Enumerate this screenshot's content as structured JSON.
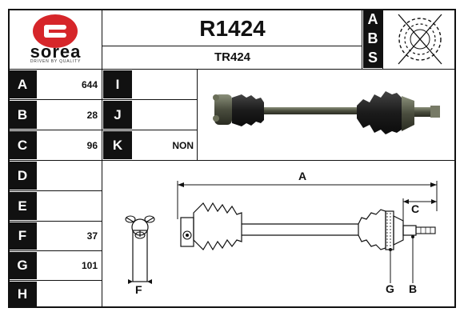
{
  "brand": {
    "name": "sorea",
    "tagline": "DRIVEN BY QUALITY",
    "brand_color": "#d6262a"
  },
  "header": {
    "ref": "R1424",
    "ref2": "TR424",
    "abs_letters": [
      "A",
      "B",
      "S"
    ]
  },
  "specs": {
    "rows": [
      {
        "label": "A",
        "value": "644"
      },
      {
        "label": "B",
        "value": "28"
      },
      {
        "label": "C",
        "value": "96"
      },
      {
        "label": "D",
        "value": ""
      },
      {
        "label": "E",
        "value": ""
      },
      {
        "label": "F",
        "value": "37"
      },
      {
        "label": "G",
        "value": "101"
      },
      {
        "label": "H",
        "value": ""
      }
    ],
    "rows2": [
      {
        "label": "I",
        "value": ""
      },
      {
        "label": "J",
        "value": ""
      },
      {
        "label": "K",
        "value": "NON"
      }
    ]
  },
  "diagram": {
    "labels": {
      "a": "A",
      "b": "B",
      "c": "C",
      "f": "F",
      "g": "G"
    }
  },
  "icons": {
    "abs_sensor": "abs-ring-crossed-icon",
    "shaft_photo": "drive-shaft-photo"
  }
}
